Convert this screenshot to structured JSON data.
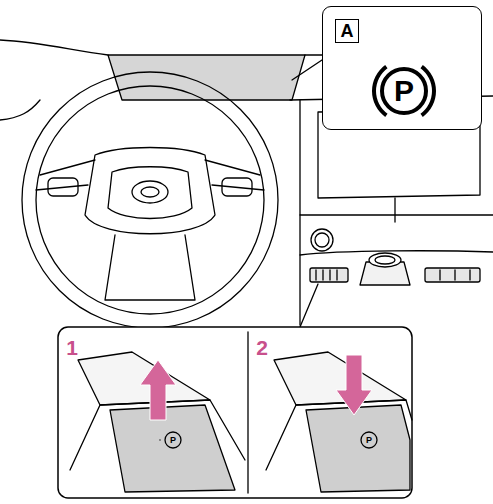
{
  "diagram": {
    "nodes": [
      {
        "text": [
          "P"
        ]
      },
      {
        "text": [
          "A"
        ],
        "in": 0
      }
    ],
    "labels": [
      "1",
      "2",
      "P",
      "P"
    ]
  }
}
